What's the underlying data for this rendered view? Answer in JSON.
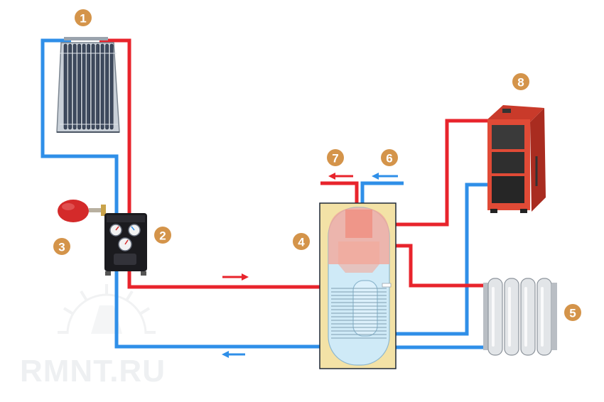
{
  "badges": {
    "b1": "1",
    "b2": "2",
    "b3": "3",
    "b4": "4",
    "b5": "5",
    "b6": "6",
    "b7": "7",
    "b8": "8"
  },
  "colors": {
    "hot_pipe": "#e8242c",
    "cold_pipe": "#2f8fe8",
    "badge": "#d4944a",
    "tank_insulation": "#f3e2a6",
    "tank_hot_water": "#f3a89a",
    "tank_cold_water": "#cfeaf7"
  },
  "icons": {
    "collector": "solar-vacuum-tube-collector",
    "pump_station": "solar-pump-station",
    "expansion_vessel": "expansion-vessel",
    "storage_tank": "indirect-storage-tank",
    "radiator": "cast-iron-radiator",
    "boiler": "solid-fuel-boiler"
  },
  "watermark": {
    "text": "RMNT.RU"
  }
}
